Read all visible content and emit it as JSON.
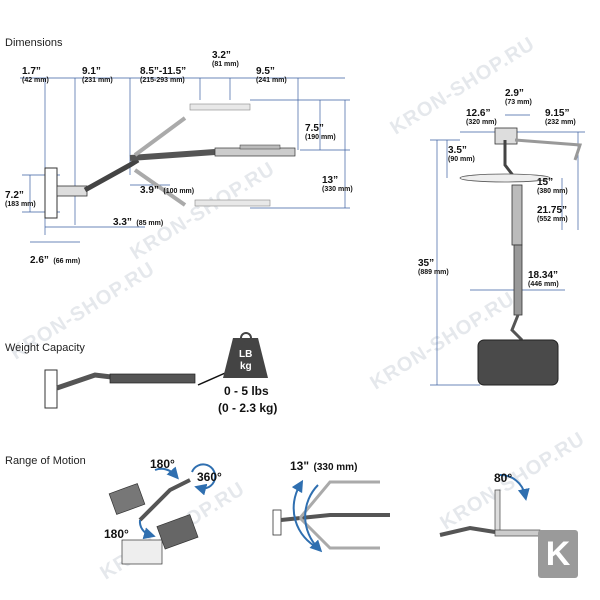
{
  "sections": {
    "dimensions": "Dimensions",
    "weight_capacity": "Weight Capacity",
    "range_of_motion": "Range of Motion"
  },
  "side_dims": {
    "d1": {
      "main": "1.7”",
      "sub": "(42 mm)"
    },
    "d2": {
      "main": "9.1”",
      "sub": "(231 mm)"
    },
    "d3": {
      "main": "8.5”-11.5”",
      "sub": "(215-293 mm)"
    },
    "d4": {
      "main": "3.2”",
      "sub": "(81 mm)"
    },
    "d5": {
      "main": "9.5”",
      "sub": "(241 mm)"
    },
    "d6": {
      "main": "7.5”",
      "sub": "(190 mm)"
    },
    "d7": {
      "main": "13”",
      "sub": "(330 mm)"
    },
    "d8": {
      "main": "7.2”",
      "sub": "(183 mm)"
    },
    "d9": {
      "main": "3.9”",
      "sub": "(100 mm)"
    },
    "d10": {
      "main": "3.3”",
      "sub": "(85 mm)"
    },
    "d11": {
      "main": "2.6”",
      "sub": "(66 mm)"
    }
  },
  "front_dims": {
    "f1": {
      "main": "2.9”",
      "sub": "(73 mm)"
    },
    "f2": {
      "main": "12.6”",
      "sub": "(320 mm)"
    },
    "f3": {
      "main": "9.15”",
      "sub": "(232 mm)"
    },
    "f4": {
      "main": "3.5”",
      "sub": "(90 mm)"
    },
    "f5": {
      "main": "15”",
      "sub": "(380 mm)"
    },
    "f6": {
      "main": "21.75”",
      "sub": "(552 mm)"
    },
    "f7": {
      "main": "35”",
      "sub": "(889 mm)"
    },
    "f8": {
      "main": "18.34”",
      "sub": "(446 mm)"
    }
  },
  "weight": {
    "badge_top": "LB",
    "badge_bottom": "kg",
    "lbs": "0 - 5 lbs",
    "kg": "(0 - 2.3 kg)"
  },
  "motion": {
    "rot1": "180°",
    "rot2": "360°",
    "rot3": "180°",
    "lift_main": "13\"",
    "lift_sub": "(330 mm)",
    "tilt": "80°"
  },
  "watermark": "KRON-SHOP.RU",
  "logo_letter": "K",
  "colors": {
    "dim_line": "#3a5fa0",
    "arrow": "#2f6fb0",
    "arm": "#6d6d6d"
  }
}
